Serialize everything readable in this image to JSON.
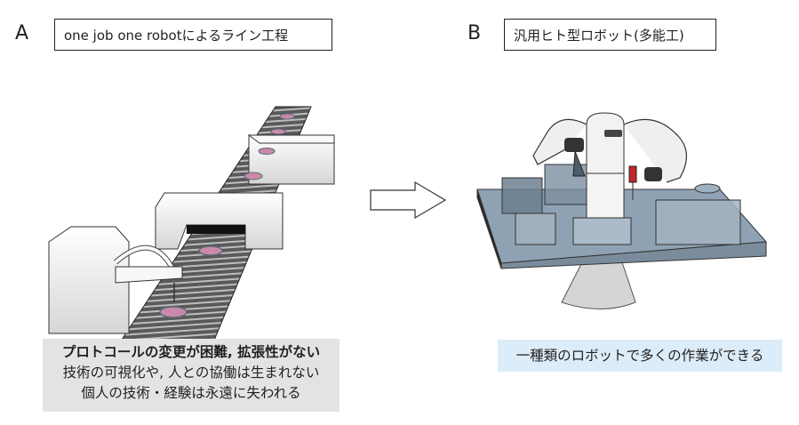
{
  "panels": {
    "a": {
      "letter": "A",
      "title": "one job one robotによるライン工程",
      "caption_lines": [
        "プロトコールの変更が困難, 拡張性がない",
        "技術の可視化や, 人との協働は生まれない",
        "個人の技術・経験は永遠に失われる"
      ],
      "caption_bg": "#e3e3e3"
    },
    "b": {
      "letter": "B",
      "title": "汎用ヒト型ロボット(多能工)",
      "caption": "一種類のロボットで多くの作業ができる",
      "caption_bg": "#dcecf8"
    }
  },
  "arrow": {
    "icon": "right-arrow-icon"
  },
  "colors": {
    "dish_pink": "#c98aa8",
    "dish_rim": "#5c6a78",
    "belt_dark": "#3a3a3a",
    "machine_white": "#f4f4f4",
    "table_blue": "#8fa2b3",
    "pipette_red": "#c0282b"
  }
}
